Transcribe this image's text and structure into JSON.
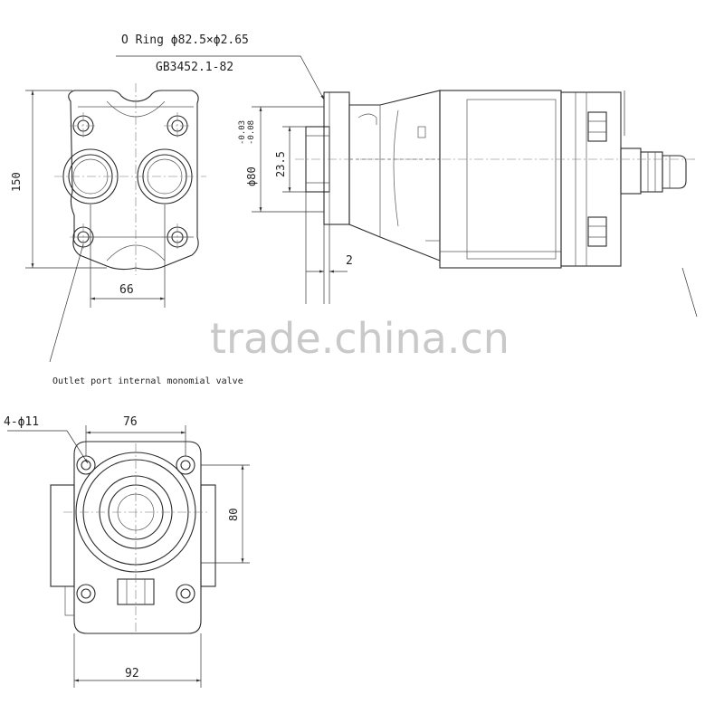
{
  "labels": {
    "oring": "O Ring ϕ82.5×ϕ2.65",
    "standard": "GB3452.1-82",
    "dim_150": "150",
    "dim_66": "66",
    "dim_phi80": "ϕ80",
    "dim_phi80_tol_upper": "-0.03",
    "dim_phi80_tol_lower": "-0.08",
    "dim_23_5": "23.5",
    "dim_2": "2",
    "outlet_note": "Outlet port internal monomial valve",
    "holes": "4-ϕ11",
    "dim_76": "76",
    "dim_80": "80",
    "dim_92": "92"
  },
  "watermark": "trade.china.cn",
  "colors": {
    "line": "#2a2a2a",
    "background": "#ffffff",
    "watermark": "#c9c9c9"
  }
}
